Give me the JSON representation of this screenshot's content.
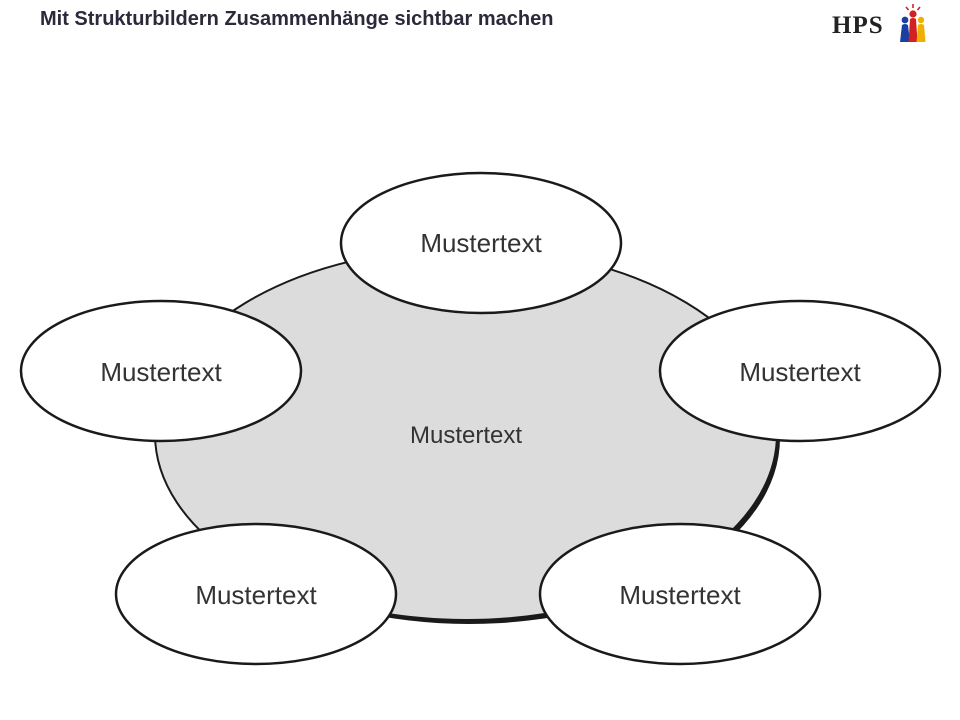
{
  "title": "Mit Strukturbildern Zusammenhänge sichtbar machen",
  "logo": {
    "text": "HPS",
    "colors": [
      "#1a3fa0",
      "#d42020",
      "#f0b000"
    ]
  },
  "diagram": {
    "center": {
      "label": "Mustertext",
      "fill": "#dcdcdc"
    },
    "nodes": [
      {
        "id": "top",
        "label": "Mustertext"
      },
      {
        "id": "left",
        "label": "Mustertext"
      },
      {
        "id": "right",
        "label": "Mustertext"
      },
      {
        "id": "bottom-left",
        "label": "Mustertext"
      },
      {
        "id": "bottom-right",
        "label": "Mustertext"
      }
    ]
  }
}
